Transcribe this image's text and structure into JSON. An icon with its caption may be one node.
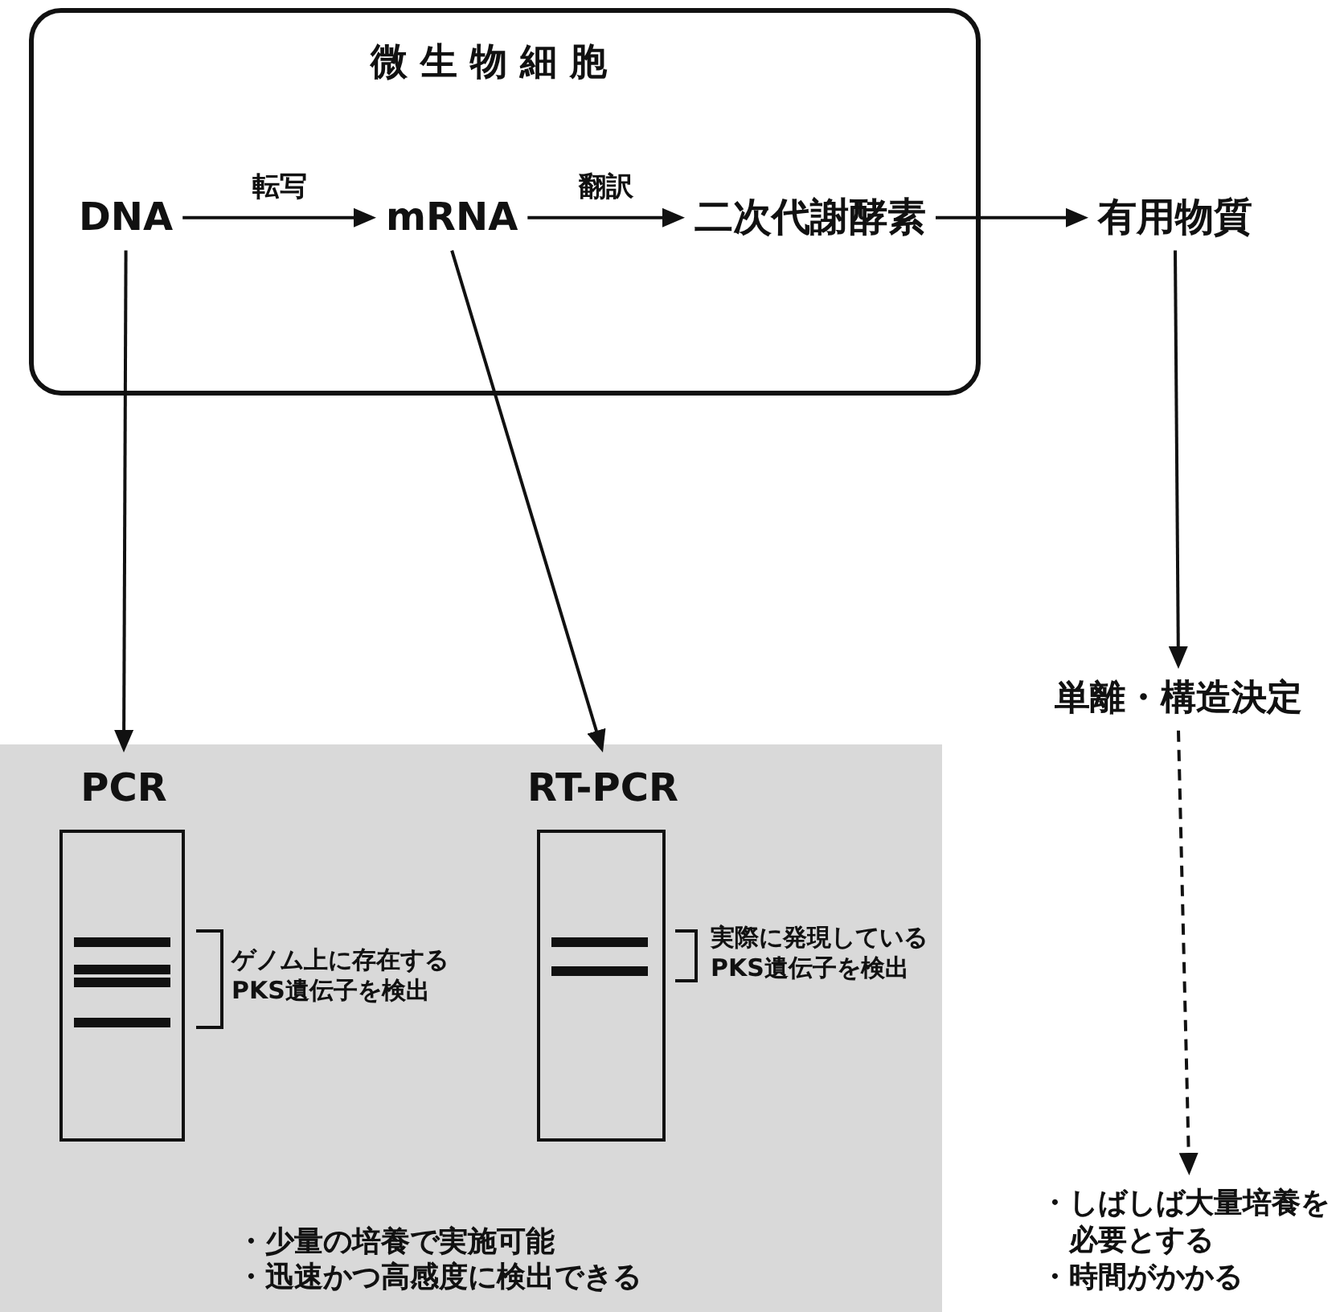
{
  "diagram": {
    "nodes": [
      {
        "text": [
          "微生物細胞"
        ]
      },
      {
        "text": [
          "DNA"
        ],
        "in": 0
      },
      {
        "text": [
          "mRNA"
        ],
        "in": 0
      },
      {
        "text": [
          "二次代謝酵素"
        ],
        "in": 0
      },
      {
        "text": [
          "有用物質"
        ]
      },
      {
        "text": [
          "・少量の培養で実施可能",
          "・迅速かつ高感度に検出できる"
        ]
      },
      {
        "text": [
          "PCR"
        ],
        "in": 5,
        "beside": [
          "ゲノム上に存在するPKS遺伝子を検出"
        ]
      },
      {
        "text": [
          "RT-PCR"
        ],
        "in": 5,
        "beside": [
          "実際に発現しているPKS遺伝子を検出"
        ]
      },
      {
        "text": [
          "単離・構造決定"
        ]
      },
      {
        "text": [
          "・しばしば大量培養を必要とする",
          "・時間がかかる"
        ]
      }
    ],
    "edges": [
      {
        "from": 1,
        "to": 2,
        "arrow": "to",
        "label": "転写"
      },
      {
        "from": 2,
        "to": 3,
        "arrow": "to",
        "label": "翻訳"
      },
      {
        "from": 3,
        "to": 4,
        "arrow": "to"
      },
      {
        "from": 1,
        "to": 6,
        "arrow": "to"
      },
      {
        "from": 2,
        "to": 7,
        "arrow": "to"
      },
      {
        "from": 4,
        "to": 8,
        "arrow": "to"
      },
      {
        "from": 8,
        "to": 9,
        "arrow": "to",
        "style": "dashed"
      }
    ]
  }
}
